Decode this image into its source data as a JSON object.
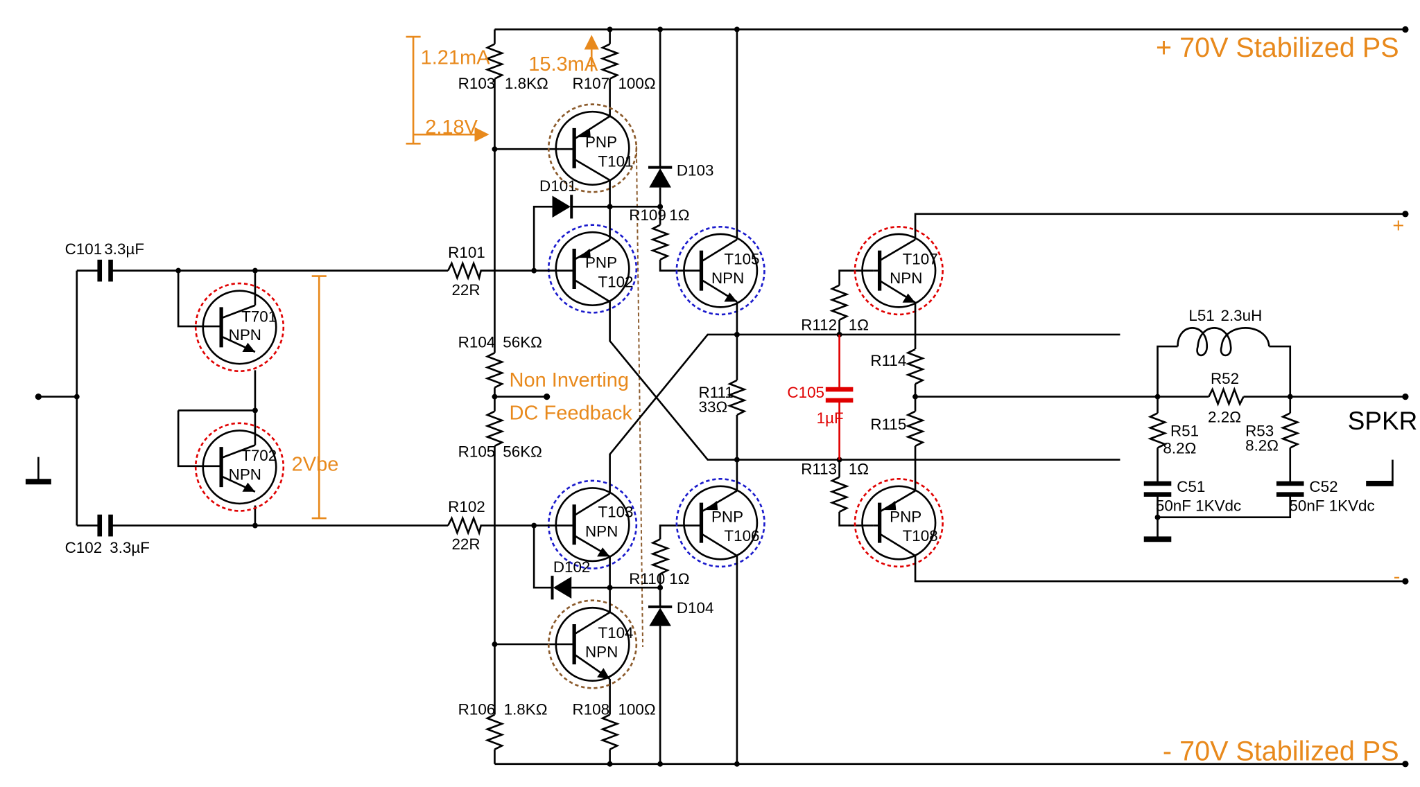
{
  "rails": {
    "pos": "+ 70V Stabilized PS",
    "neg": "- 70V Stabilized PS",
    "out_pos": "+",
    "out_neg": "-"
  },
  "annotations": {
    "i_r103": "1.21mA",
    "i_r107": "15.3mA",
    "v_bias": "2.18V",
    "two_vbe": "2Vbe",
    "fb1": "Non Inverting",
    "fb2": "DC Feedback"
  },
  "speaker": "SPKR",
  "caps": {
    "c101": {
      "name": "C101",
      "value": "3.3µF"
    },
    "c102": {
      "name": "C102",
      "value": "3.3µF"
    },
    "c105": {
      "name": "C105",
      "value": "1µF"
    },
    "c51": {
      "name": "C51",
      "value": "50nF 1KVdc"
    },
    "c52": {
      "name": "C52",
      "value": "50nF 1KVdc"
    }
  },
  "resistors": {
    "r101": {
      "name": "R101",
      "value": "22R"
    },
    "r102": {
      "name": "R102",
      "value": "22R"
    },
    "r103": {
      "name": "R103",
      "value": "1.8KΩ"
    },
    "r104": {
      "name": "R104",
      "value": "56KΩ"
    },
    "r105": {
      "name": "R105",
      "value": "56KΩ"
    },
    "r106": {
      "name": "R106",
      "value": "1.8KΩ"
    },
    "r107": {
      "name": "R107",
      "value": "100Ω"
    },
    "r108": {
      "name": "R108",
      "value": "100Ω"
    },
    "r109": {
      "name": "R109",
      "value": "1Ω"
    },
    "r110": {
      "name": "R110",
      "value": "1Ω"
    },
    "r111": {
      "name": "R111",
      "value": "33Ω"
    },
    "r112": {
      "name": "R112",
      "value": "1Ω"
    },
    "r113": {
      "name": "R113",
      "value": "1Ω"
    },
    "r114": {
      "name": "R114",
      "value": ""
    },
    "r115": {
      "name": "R115",
      "value": ""
    },
    "r51": {
      "name": "R51",
      "value": "8.2Ω"
    },
    "r52": {
      "name": "R52",
      "value": "2.2Ω"
    },
    "r53": {
      "name": "R53",
      "value": "8.2Ω"
    }
  },
  "inductor": {
    "name": "L51",
    "value": "2.3uH"
  },
  "diodes": {
    "d101": "D101",
    "d102": "D102",
    "d103": "D103",
    "d104": "D104"
  },
  "transistors": {
    "t701": {
      "name": "T701",
      "type": "NPN"
    },
    "t702": {
      "name": "T702",
      "type": "NPN"
    },
    "t101": {
      "name": "T101",
      "type": "PNP"
    },
    "t102": {
      "name": "T102",
      "type": "PNP"
    },
    "t103": {
      "name": "T103",
      "type": "NPN"
    },
    "t104": {
      "name": "T104",
      "type": "NPN"
    },
    "t105": {
      "name": "T105",
      "type": "NPN"
    },
    "t106": {
      "name": "T106",
      "type": "PNP"
    },
    "t107": {
      "name": "T107",
      "type": "NPN"
    },
    "t108": {
      "name": "T108",
      "type": "PNP"
    }
  },
  "colors": {
    "annotation": "#e8891c",
    "highlight": "#e00000",
    "circle_red": "#e00000",
    "circle_blue": "#1a1acc",
    "circle_brown": "#8b5a2b"
  }
}
